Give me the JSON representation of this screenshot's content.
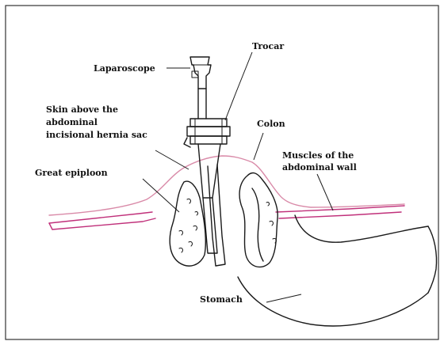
{
  "labels": {
    "laparoscope": "Laparoscope",
    "trocar": "Trocar",
    "skin_line1": "Skin above the",
    "skin_line2": "abdominal",
    "skin_line3": "incisional hernia sac",
    "colon": "Colon",
    "great_epiploon": "Great epiploon",
    "muscles_line1": "Muscles of the",
    "muscles_line2": "abdominal wall",
    "stomach": "Stomach"
  },
  "colors": {
    "ink": "#1a1a1a",
    "skin_line": "#d98aa8",
    "muscle_line": "#c0307a",
    "frame": "#333333"
  },
  "icons": {
    "laparoscope": "laparoscope-icon",
    "trocar": "trocar-icon"
  }
}
